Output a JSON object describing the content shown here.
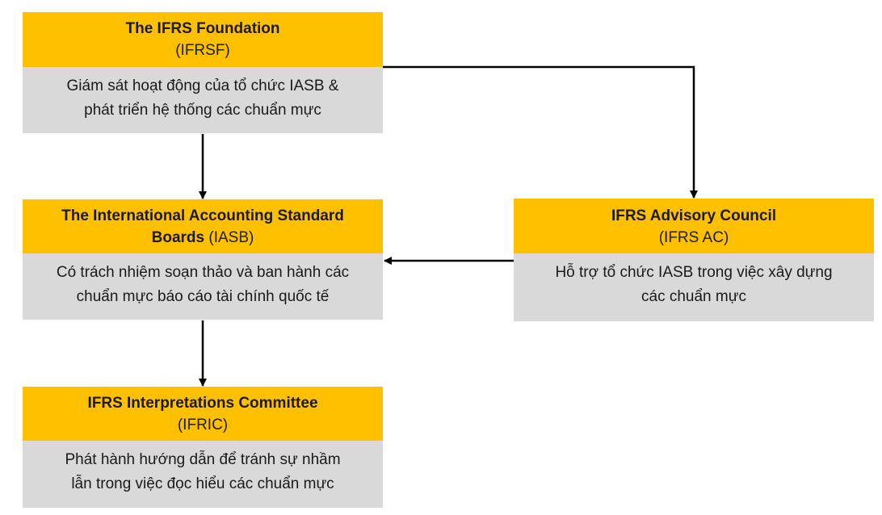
{
  "ifrsf": {
    "title": "The IFRS Foundation",
    "abbr": "(IFRSF)",
    "desc_line1": "Giám sát hoạt động của tổ chức IASB &",
    "desc_line2": "phát triển hệ thống các chuẩn mực"
  },
  "iasb": {
    "title_line1": "The International Accounting Standard",
    "title_line2": "Boards",
    "abbr": " (IASB)",
    "desc_line1": "Có trách nhiệm soạn thảo và ban hành các",
    "desc_line2": "chuẩn mực báo cáo tài chính quốc tế"
  },
  "ifric": {
    "title": "IFRS Interpretations Committee",
    "abbr": "(IFRIC)",
    "desc_line1": "Phát hành hướng dẫn để tránh sự nhầm",
    "desc_line2": "lẫn trong việc đọc hiểu các chuẩn mực"
  },
  "advisory": {
    "title": "IFRS Advisory Council",
    "abbr": "(IFRS AC)",
    "desc_line1": "Hỗ trợ tổ chức IASB trong việc xây dựng",
    "desc_line2": "các chuẩn mực"
  },
  "colors": {
    "header": "#FFC000",
    "body": "#D9D9D9",
    "connector": "#000000"
  }
}
